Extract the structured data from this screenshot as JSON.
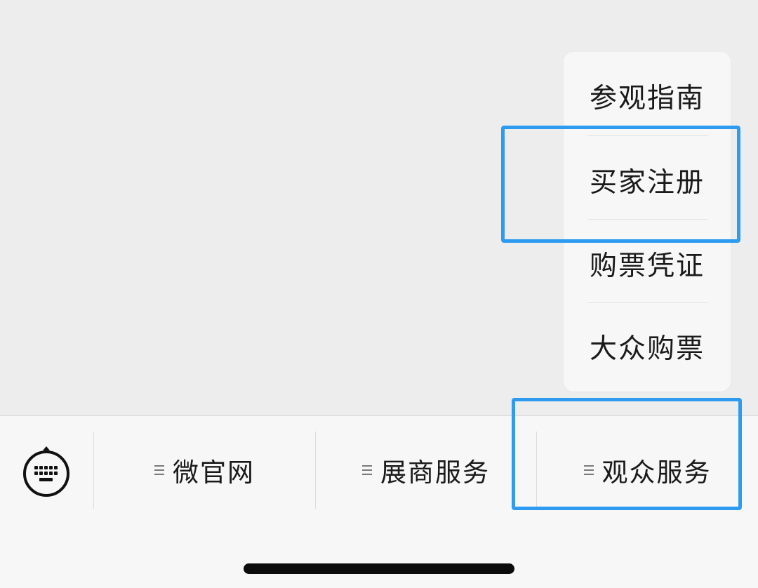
{
  "popup_menu": {
    "items": [
      {
        "label": "参观指南"
      },
      {
        "label": "买家注册"
      },
      {
        "label": "购票凭证"
      },
      {
        "label": "大众购票"
      }
    ]
  },
  "tabbar": {
    "keyboard_icon": "keyboard-icon",
    "tabs": [
      {
        "label": "微官网",
        "icon": "menu-lines-icon"
      },
      {
        "label": "展商服务",
        "icon": "menu-lines-icon"
      },
      {
        "label": "观众服务",
        "icon": "menu-lines-icon"
      }
    ]
  },
  "colors": {
    "highlight": "#2e9bf0",
    "background": "#ededed",
    "bar_background": "#f7f7f7"
  }
}
